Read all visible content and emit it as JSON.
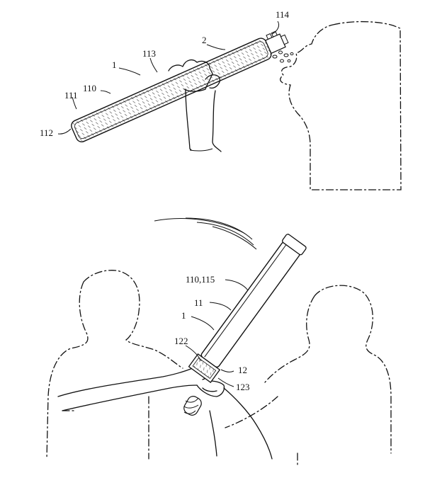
{
  "figure_top": {
    "labels": {
      "l114": "114",
      "l2": "2",
      "l113": "113",
      "l1": "1",
      "l110": "110",
      "l111": "111",
      "l112": "112"
    }
  },
  "figure_bottom": {
    "labels": {
      "l110_115": "110,115",
      "l11": "11",
      "l1": "1",
      "l122": "122",
      "l12": "12",
      "l123": "123"
    }
  }
}
